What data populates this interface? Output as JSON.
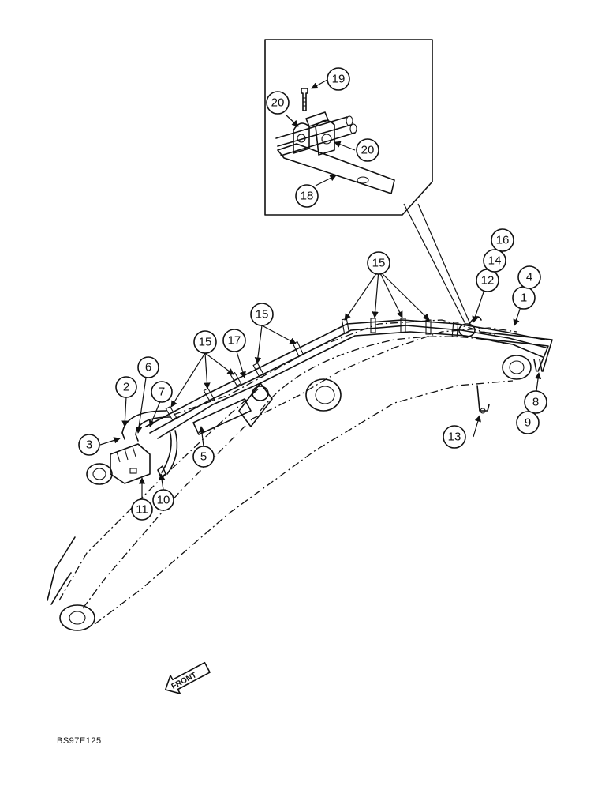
{
  "figure_code": "BS97E125",
  "front_label": "FRONT",
  "callouts": [
    "1",
    "2",
    "3",
    "4",
    "5",
    "6",
    "7",
    "8",
    "9",
    "10",
    "11",
    "12",
    "13",
    "14",
    "15",
    "15",
    "15",
    "15",
    "16",
    "17",
    "18",
    "19",
    "20",
    "20"
  ]
}
